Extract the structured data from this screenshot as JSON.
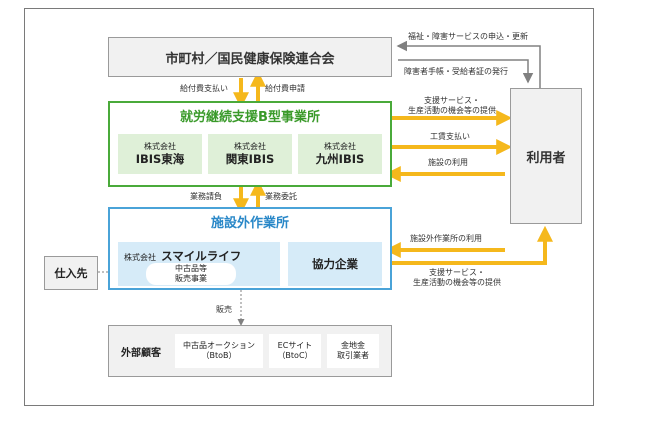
{
  "municipal": "市町村／国民健康保険連合会",
  "b_type": {
    "title": "就労継続支援B型事業所",
    "companies": [
      {
        "prefix": "株式会社",
        "name": "IBIS東海"
      },
      {
        "prefix": "株式会社",
        "name": "関東IBIS"
      },
      {
        "prefix": "株式会社",
        "name": "九州IBIS"
      }
    ]
  },
  "outside": {
    "title": "施設外作業所",
    "company_prefix": "株式会社",
    "company_name": "スマイルライフ",
    "business": [
      "中古品等",
      "販売事業"
    ],
    "partner": "協力企業"
  },
  "supplier": "仕入先",
  "user": "利用者",
  "customers": {
    "label": "外部顧客",
    "items": [
      {
        "line1": "中古品オークション",
        "line2": "（BtoB）"
      },
      {
        "line1": "ECサイト",
        "line2": "（BtoC）"
      },
      {
        "line1": "金地金",
        "line2": "取引業者"
      }
    ]
  },
  "flows": {
    "benefit_payment": "給付費支払い",
    "benefit_request": "給付費申請",
    "welfare_application": "福祉・障害サービスの申込・更新",
    "certificate_issue": "障害者手帳・受給者証の発行",
    "support_service_1": [
      "支援サービス・",
      "生産活動の機会等の提供"
    ],
    "wage_payment": "工賃支払い",
    "facility_use": "施設の利用",
    "work_request": "業務請負",
    "work_consign": "業務委託",
    "outside_use": "施設外作業所の利用",
    "support_service_2": [
      "支援サービス・",
      "生産活動の機会等の提供"
    ],
    "sales": "販売"
  },
  "colors": {
    "arrow": "#f5b81c",
    "green": "#4aaa3a",
    "blue": "#4aa3d8",
    "box_gray": "#f1f1f1"
  }
}
